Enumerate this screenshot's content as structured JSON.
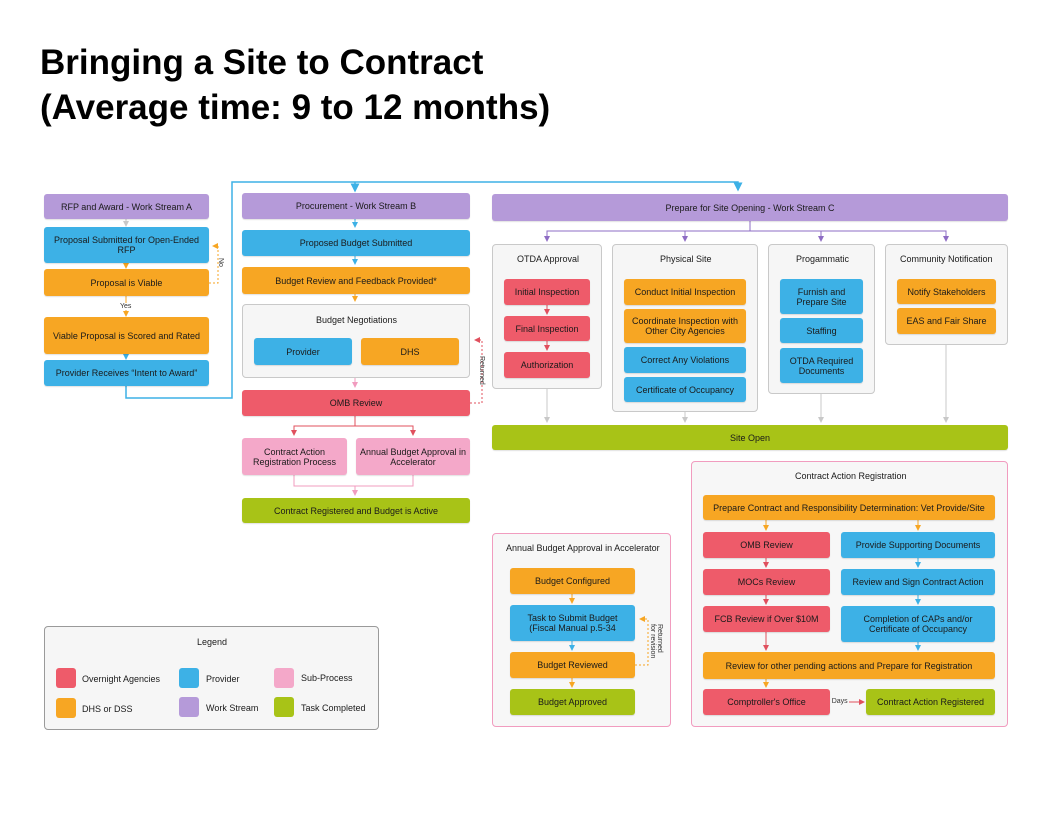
{
  "title": {
    "line1": "Bringing a Site to Contract",
    "line2": "(Average time: 9 to 12 months)"
  },
  "colors": {
    "oversight": "#ee5b6a",
    "provider": "#3db1e6",
    "sub_process": "#f4a8c9",
    "dhs_dss": "#f7a623",
    "work_stream": "#b59ad9",
    "task_completed": "#a8c317"
  },
  "stream_a": {
    "header": "RFP and Award - Work Stream A",
    "proposal_submitted": "Proposal Submitted for Open-Ended RFP",
    "proposal_viable": "Proposal is Viable",
    "no_label": "No",
    "yes_label": "Yes",
    "scored": "Viable Proposal is Scored and Rated",
    "intent_to_award": "Provider Receives “Intent to Award”"
  },
  "stream_b": {
    "header": "Procurement - Work Stream B",
    "budget_submitted": "Proposed Budget Submitted",
    "budget_review": "Budget Review and Feedback Provided*",
    "negotiations_title": "Budget Negotiations",
    "provider": "Provider",
    "dhs": "DHS",
    "returned_label": "Returned",
    "omb_review": "OMB Review",
    "contract_action": "Contract Action Registration Process",
    "annual_budget": "Annual Budget Approval in Accelerator",
    "registered": "Contract Registered and Budget is Active"
  },
  "stream_c": {
    "header": "Prepare for Site Opening - Work Stream C",
    "otda": {
      "title": "OTDA Approval",
      "items": [
        "Initial Inspection",
        "Final Inspection",
        "Authorization"
      ]
    },
    "physical": {
      "title": "Physical Site",
      "items": [
        "Conduct Initial Inspection",
        "Coordinate Inspection with Other City Agencies",
        "Correct Any Violations",
        "Certificate of Occupancy"
      ]
    },
    "programmatic": {
      "title": "Progammatic",
      "items": [
        "Furnish and Prepare Site",
        "Staffing",
        "OTDA Required Documents"
      ]
    },
    "community": {
      "title": "Community Notification",
      "items": [
        "Notify Stakeholders",
        "EAS and Fair Share"
      ]
    },
    "site_open": "Site Open"
  },
  "annual_panel": {
    "title": "Annual Budget Approval in Accelerator",
    "configured": "Budget Configured",
    "task_submit": "Task to Submit Budget (Fiscal Manual p.5-34",
    "reviewed": "Budget Reviewed",
    "approved": "Budget Approved",
    "returned_label_1": "Returned",
    "returned_label_2": "for revision"
  },
  "car_panel": {
    "title": "Contract Action Registration",
    "prepare": "Prepare Contract and Responsibility Determination: Vet Provide/Site",
    "omb_review": "OMB Review",
    "mocs_review": "MOCs Review",
    "fcb_review": "FCB Review if Over $10M",
    "supporting_docs": "Provide Supporting Documents",
    "review_sign": "Review and Sign Contract Action",
    "completion": "Completion of CAPs and/or Certificate of Occupancy",
    "pending": "Review for other pending actions and Prepare for Registration",
    "comptroller": "Comptroller's Office",
    "days_label": "30 Days",
    "registered": "Contract Action Registered"
  },
  "legend": {
    "title": "Legend",
    "oversight": "Overnight Agencies",
    "provider": "Provider",
    "sub_process": "Sub-Process",
    "dhs_dss": "DHS or DSS",
    "work_stream": "Work Stream",
    "task_completed": "Task Completed"
  }
}
